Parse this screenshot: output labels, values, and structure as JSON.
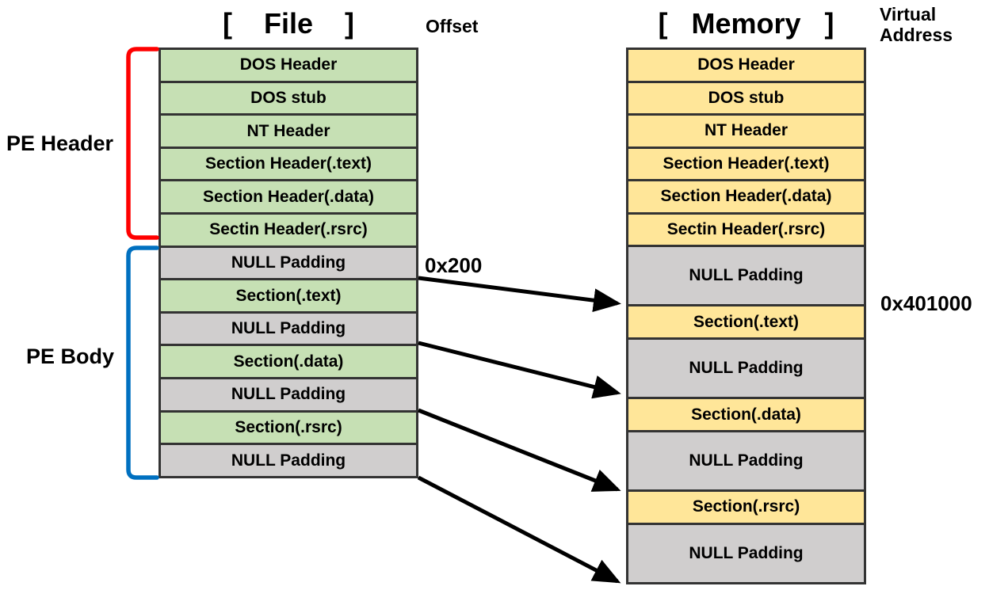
{
  "labels": {
    "file_title": "[    File    ]",
    "memory_title": "[   Memory   ]",
    "offset": "Offset",
    "virtual_address_line1": "Virtual",
    "virtual_address_line2": "Address",
    "pe_header": "PE Header",
    "pe_body": "PE Body",
    "file_offset_value": "0x200",
    "virtual_address_value": "0x401000"
  },
  "colors": {
    "file_header_green": "#C6E0B4",
    "memory_yellow": "#FFE699",
    "padding_gray": "#D0CECE",
    "cell_border": "#333333",
    "pe_header_bracket_red": "#FF0000",
    "pe_body_bracket_blue": "#0070C0",
    "arrow_black": "#000000"
  },
  "file_column": {
    "rows": [
      {
        "label": "DOS Header",
        "kind": "header"
      },
      {
        "label": "DOS stub",
        "kind": "header"
      },
      {
        "label": "NT Header",
        "kind": "header"
      },
      {
        "label": "Section Header(.text)",
        "kind": "header"
      },
      {
        "label": "Section Header(.data)",
        "kind": "header"
      },
      {
        "label": "Sectin Header(.rsrc)",
        "kind": "header"
      },
      {
        "label": "NULL Padding",
        "kind": "padding"
      },
      {
        "label": "Section(.text)",
        "kind": "section"
      },
      {
        "label": "NULL Padding",
        "kind": "padding"
      },
      {
        "label": "Section(.data)",
        "kind": "section"
      },
      {
        "label": "NULL Padding",
        "kind": "padding"
      },
      {
        "label": "Section(.rsrc)",
        "kind": "section"
      },
      {
        "label": "NULL Padding",
        "kind": "padding"
      }
    ]
  },
  "memory_column": {
    "rows": [
      {
        "label": "DOS Header",
        "kind": "header"
      },
      {
        "label": "DOS stub",
        "kind": "header"
      },
      {
        "label": "NT Header",
        "kind": "header"
      },
      {
        "label": "Section Header(.text)",
        "kind": "header"
      },
      {
        "label": "Section Header(.data)",
        "kind": "header"
      },
      {
        "label": "Sectin Header(.rsrc)",
        "kind": "header"
      },
      {
        "label": "NULL Padding",
        "kind": "padding"
      },
      {
        "label": "Section(.text)",
        "kind": "section"
      },
      {
        "label": "NULL Padding",
        "kind": "padding"
      },
      {
        "label": "Section(.data)",
        "kind": "section"
      },
      {
        "label": "NULL Padding",
        "kind": "padding"
      },
      {
        "label": "Section(.rsrc)",
        "kind": "section"
      },
      {
        "label": "NULL Padding",
        "kind": "padding"
      }
    ]
  }
}
